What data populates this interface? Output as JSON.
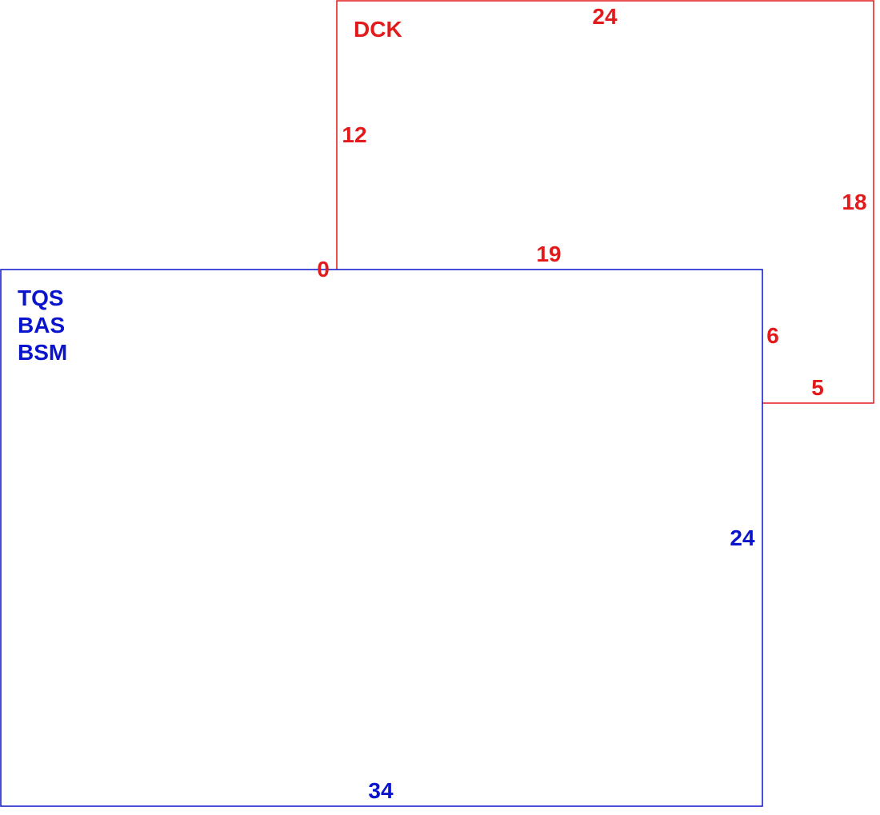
{
  "colors": {
    "red_region": "#e31a1c",
    "blue_region": "#0a14cc",
    "background": "#ffffff"
  },
  "regions": {
    "red": {
      "names": [
        "DCK"
      ],
      "edges": {
        "top": "24",
        "left": "12",
        "right": "18",
        "corner": "0",
        "bottom_shared": "19",
        "inner_vertical": "6",
        "bottom_step": "5"
      }
    },
    "blue": {
      "names": [
        "TQS",
        "BAS",
        "BSM"
      ],
      "edges": {
        "right": "24",
        "bottom": "34"
      }
    }
  }
}
